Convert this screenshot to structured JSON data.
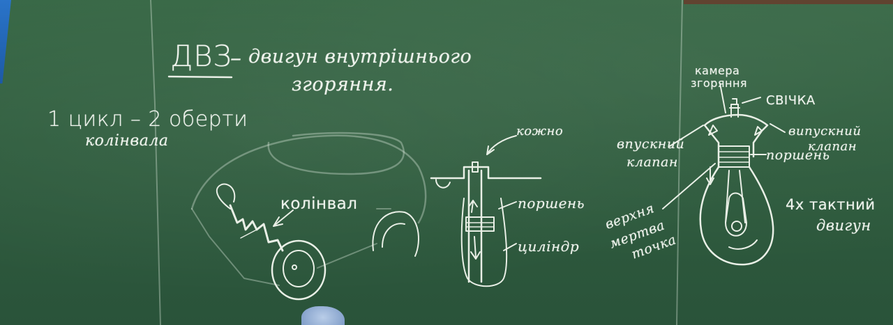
{
  "board": {
    "title_abbr": "ДВЗ",
    "title_dash": "–",
    "title_line1": "двигун внутрішнього",
    "title_line2": "згоряння.",
    "cycle_line1": "1 цикл – 2 оберти",
    "cycle_line2": "колінвала",
    "crankshaft_label": "колінвал",
    "window_label": "кожно",
    "piston_label": "поршень",
    "cylinder_label": "циліндр",
    "chamber_label_1": "камера",
    "chamber_label_2": "згоряння",
    "spark_plug_label": "СВІЧКА",
    "exhaust_valve_1": "випускний",
    "exhaust_valve_2": "клапан",
    "intake_valve_1": "впускний",
    "intake_valve_2": "клапан",
    "piston_label_2": "поршень",
    "tdc_1": "верхня",
    "tdc_2": "мертва",
    "tdc_3": "точка",
    "engine_type_1": "4х тактний",
    "engine_type_2": "двигун"
  },
  "colors": {
    "board": "#2f5d3e",
    "chalk": "#e9efe6"
  }
}
